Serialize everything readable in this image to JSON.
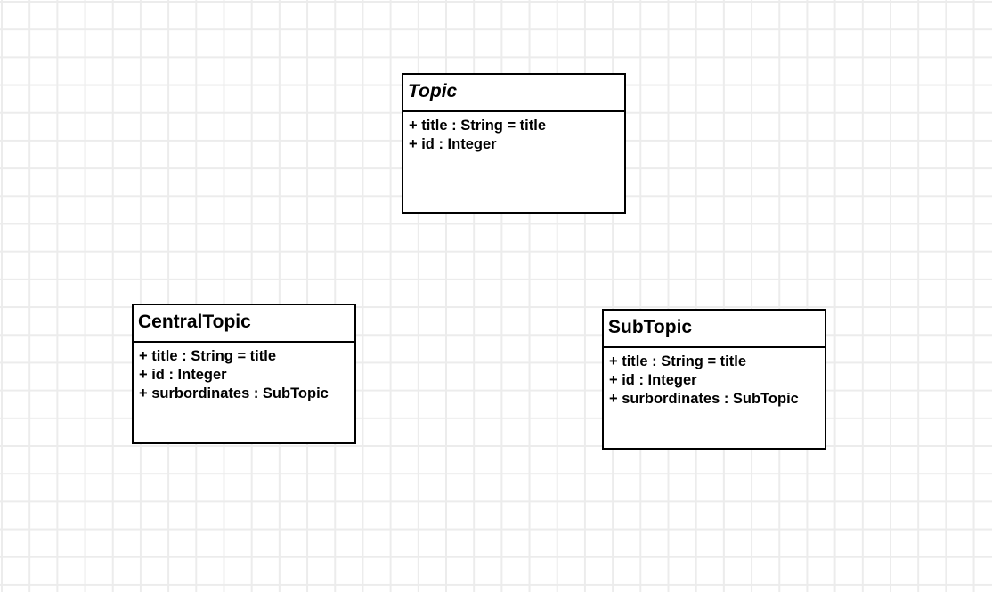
{
  "classes": [
    {
      "name": "Topic",
      "abstract": true,
      "attributes": [
        "+ title : String = title",
        "+ id : Integer"
      ]
    },
    {
      "name": "CentralTopic",
      "abstract": false,
      "attributes": [
        "+ title : String = title",
        "+ id : Integer",
        "+ surbordinates : SubTopic"
      ]
    },
    {
      "name": "SubTopic",
      "abstract": false,
      "attributes": [
        "+ title : String = title",
        "+ id : Integer",
        "+ surbordinates : SubTopic"
      ]
    }
  ]
}
